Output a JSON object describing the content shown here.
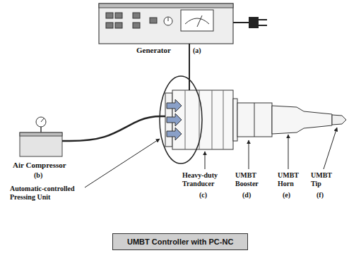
{
  "diagram": {
    "nodes": [
      {
        "text": [
          "Generator"
        ]
      },
      {
        "text": [
          "UMBT Controller with PC-NC"
        ]
      },
      {
        "text": [
          "Air Compressor",
          "(b)"
        ],
        "in": 1
      },
      {
        "text": [
          "Heavy-duty Tranducer",
          "(c)"
        ],
        "in": 1
      }
    ],
    "edges": [
      {
        "from": 0,
        "to": 3,
        "arrow": "none"
      },
      {
        "from": 2,
        "to": 3,
        "arrow": "none"
      }
    ],
    "labels": [
      "(a)",
      "Automatic-controlled Pressing Unit",
      "UMBT Booster",
      "(d)",
      "UMBT Horn",
      "(e)",
      "UMBT Tip",
      "(f)"
    ]
  }
}
